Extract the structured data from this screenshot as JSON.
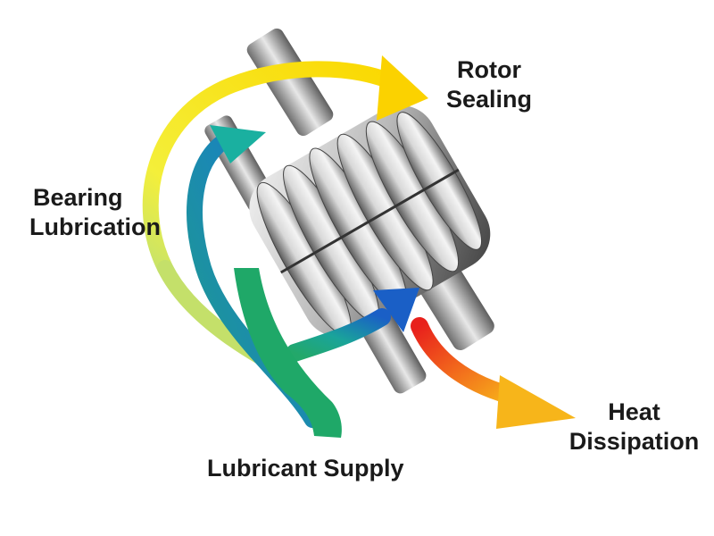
{
  "labels": {
    "rotor_sealing": [
      "Rotor",
      "Sealing"
    ],
    "bearing_lubrication": [
      "Bearing",
      "Lubrication"
    ],
    "heat_dissipation": [
      "Heat",
      "Dissipation"
    ],
    "lubricant_supply": "Lubricant Supply"
  },
  "colors": {
    "yellow": "#f6e400",
    "yellow_orange": "#fac400",
    "green": "#1fae5c",
    "teal": "#1aa6a0",
    "blue": "#1a63c8",
    "red": "#e8211d",
    "orange": "#f59a1a",
    "metal_light": "#e2e2e2",
    "metal_dark": "#4a4a4a",
    "text": "#1a1a1a"
  }
}
